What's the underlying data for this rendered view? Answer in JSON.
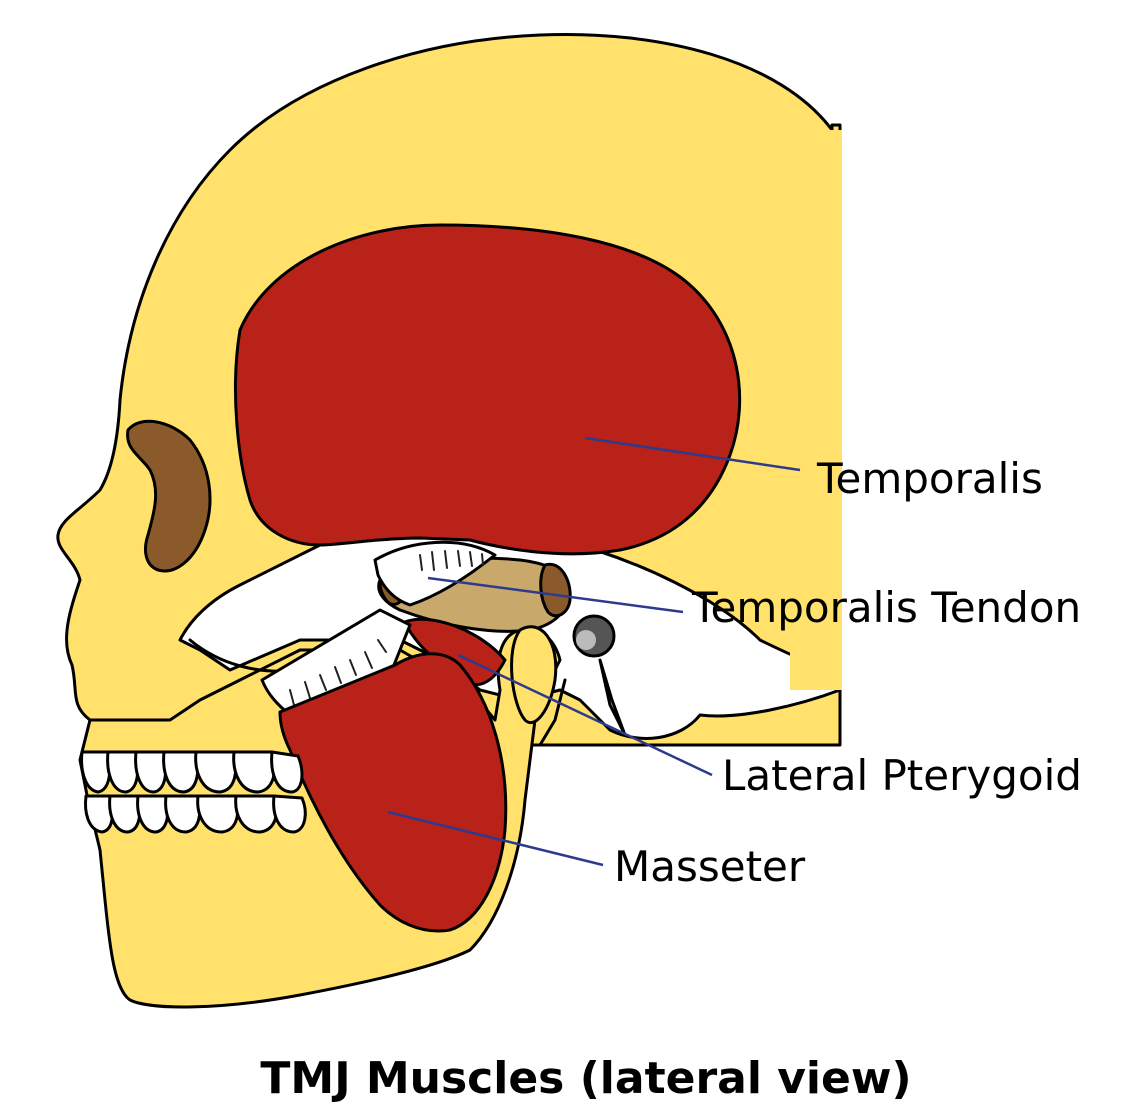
{
  "title": "TMJ Muscles (lateral view)",
  "labels": {
    "temporalis": "Temporalis",
    "temporalis_tendon": "Temporalis Tendon",
    "lateral_pterygoid": "Lateral Pterygoid",
    "masseter": "Masseter"
  },
  "colors": {
    "bone": "#FFE16B",
    "muscle": "#B92219",
    "orbit": "#8B5A2B",
    "fossa": "#C9A86B",
    "tendon": "#FFFFFF",
    "leader_line": "#2E3A8C"
  }
}
